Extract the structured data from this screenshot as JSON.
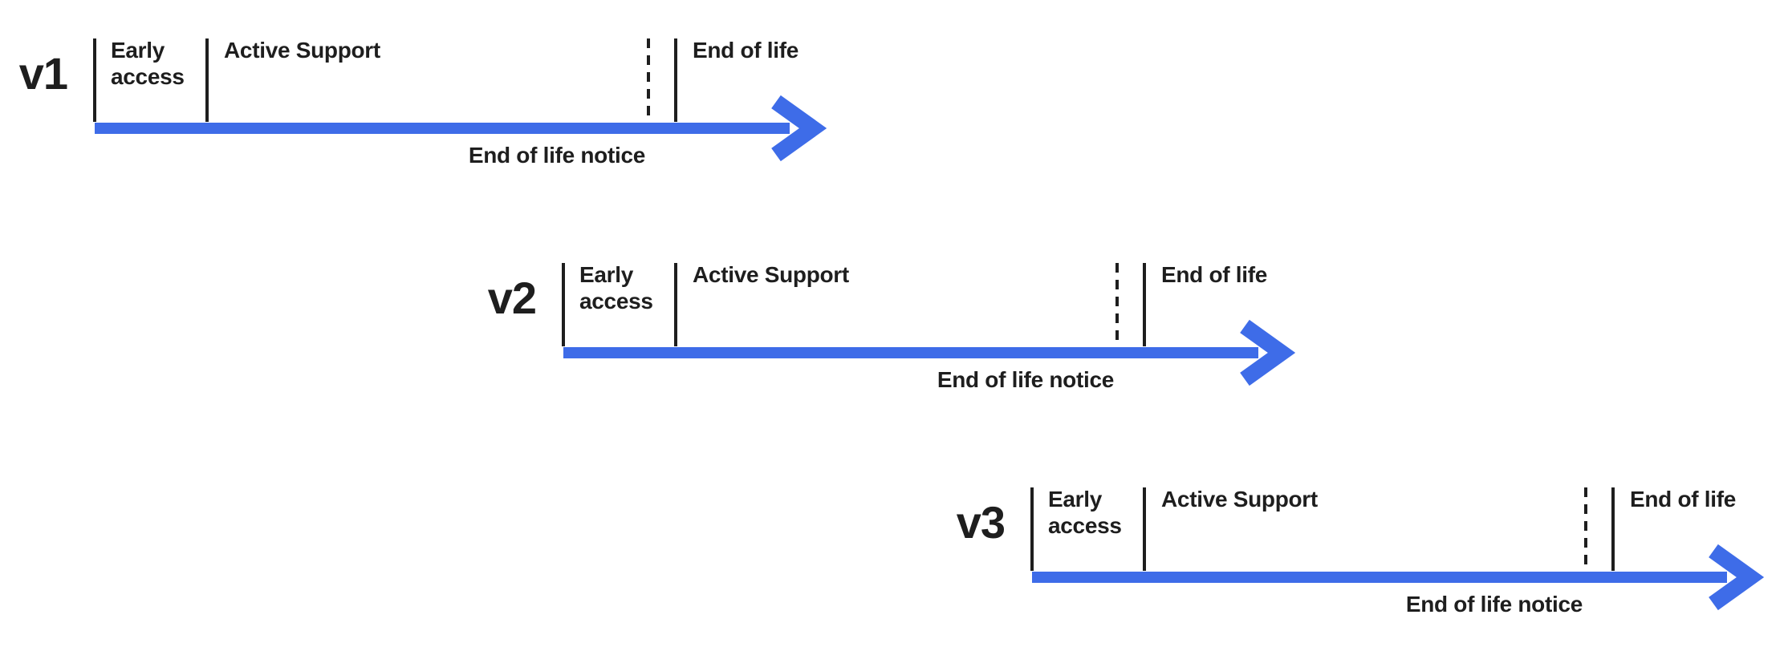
{
  "diagram": {
    "type": "release-lifecycle-timelines",
    "colors": {
      "arrow": "#3E6CE8",
      "ink": "#1E1E1E",
      "background": "#FFFFFF"
    },
    "phases": [
      "Early access",
      "Active Support",
      "End of life notice",
      "End of life"
    ],
    "timelines": [
      {
        "version": "v1",
        "labels": {
          "early_access": "Early access",
          "active_support": "Active Support",
          "end_of_life": "End of life",
          "end_of_life_notice": "End of life notice"
        }
      },
      {
        "version": "v2",
        "labels": {
          "early_access": "Early access",
          "active_support": "Active Support",
          "end_of_life": "End of life",
          "end_of_life_notice": "End of life notice"
        }
      },
      {
        "version": "v3",
        "labels": {
          "early_access": "Early access",
          "active_support": "Active Support",
          "end_of_life": "End of life",
          "end_of_life_notice": "End of life notice"
        }
      }
    ]
  }
}
